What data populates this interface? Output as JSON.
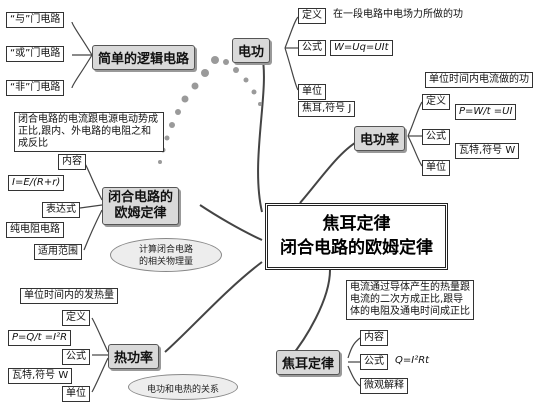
{
  "center": {
    "line1": "焦耳定律",
    "line2": "闭合电路的欧姆定律"
  },
  "logic": {
    "title": "简单的逻辑电路",
    "gates": [
      "“与”门电路",
      "“或”门电路",
      "“非”门电路"
    ]
  },
  "electric_work": {
    "title": "电功",
    "definition_label": "定义",
    "definition": "在一段电路中电场力所做的功",
    "formula_label": "公式",
    "formula": "W=Uq=UIt",
    "unit_label": "单位",
    "unit": "焦耳,符号 J"
  },
  "electric_power": {
    "title": "电功率",
    "definition_label": "定义",
    "definition": "单位时间内电流做的功",
    "formula_label": "公式",
    "formula": "P=W/t =UI",
    "unit_label": "单位",
    "unit": "瓦特,符号 W"
  },
  "ohm": {
    "title_line1": "闭合电路的",
    "title_line2": "欧姆定律",
    "content_label": "内容",
    "content": "闭合电路的电流跟电源电动势成正比,跟内、外电路的电阻之和成反比",
    "expression_label": "表达式",
    "expression": "I=E/(R+r)",
    "scope_label": "适用范围",
    "scope": "纯电阻电路",
    "note_line1": "计算闭合电路",
    "note_line2": "的相关物理量"
  },
  "heat_power": {
    "title": "热功率",
    "definition_label": "定义",
    "definition": "单位时间内的发热量",
    "formula_label": "公式",
    "formula": "P=Q/t =I²R",
    "unit_label": "单位",
    "unit": "瓦特,符号 W",
    "note": "电功和电热的关系"
  },
  "joule": {
    "title": "焦耳定律",
    "content_label": "内容",
    "content": "电流通过导体产生的热量跟电流的二次方成正比,跟导体的电阻及通电时间成正比",
    "formula_label": "公式",
    "formula": "Q=I²Rt",
    "micro_label": "微观解释"
  },
  "colors": {
    "node_fill": "#d9d9d9",
    "line": "#444444",
    "dots": "#9a9a9a"
  }
}
